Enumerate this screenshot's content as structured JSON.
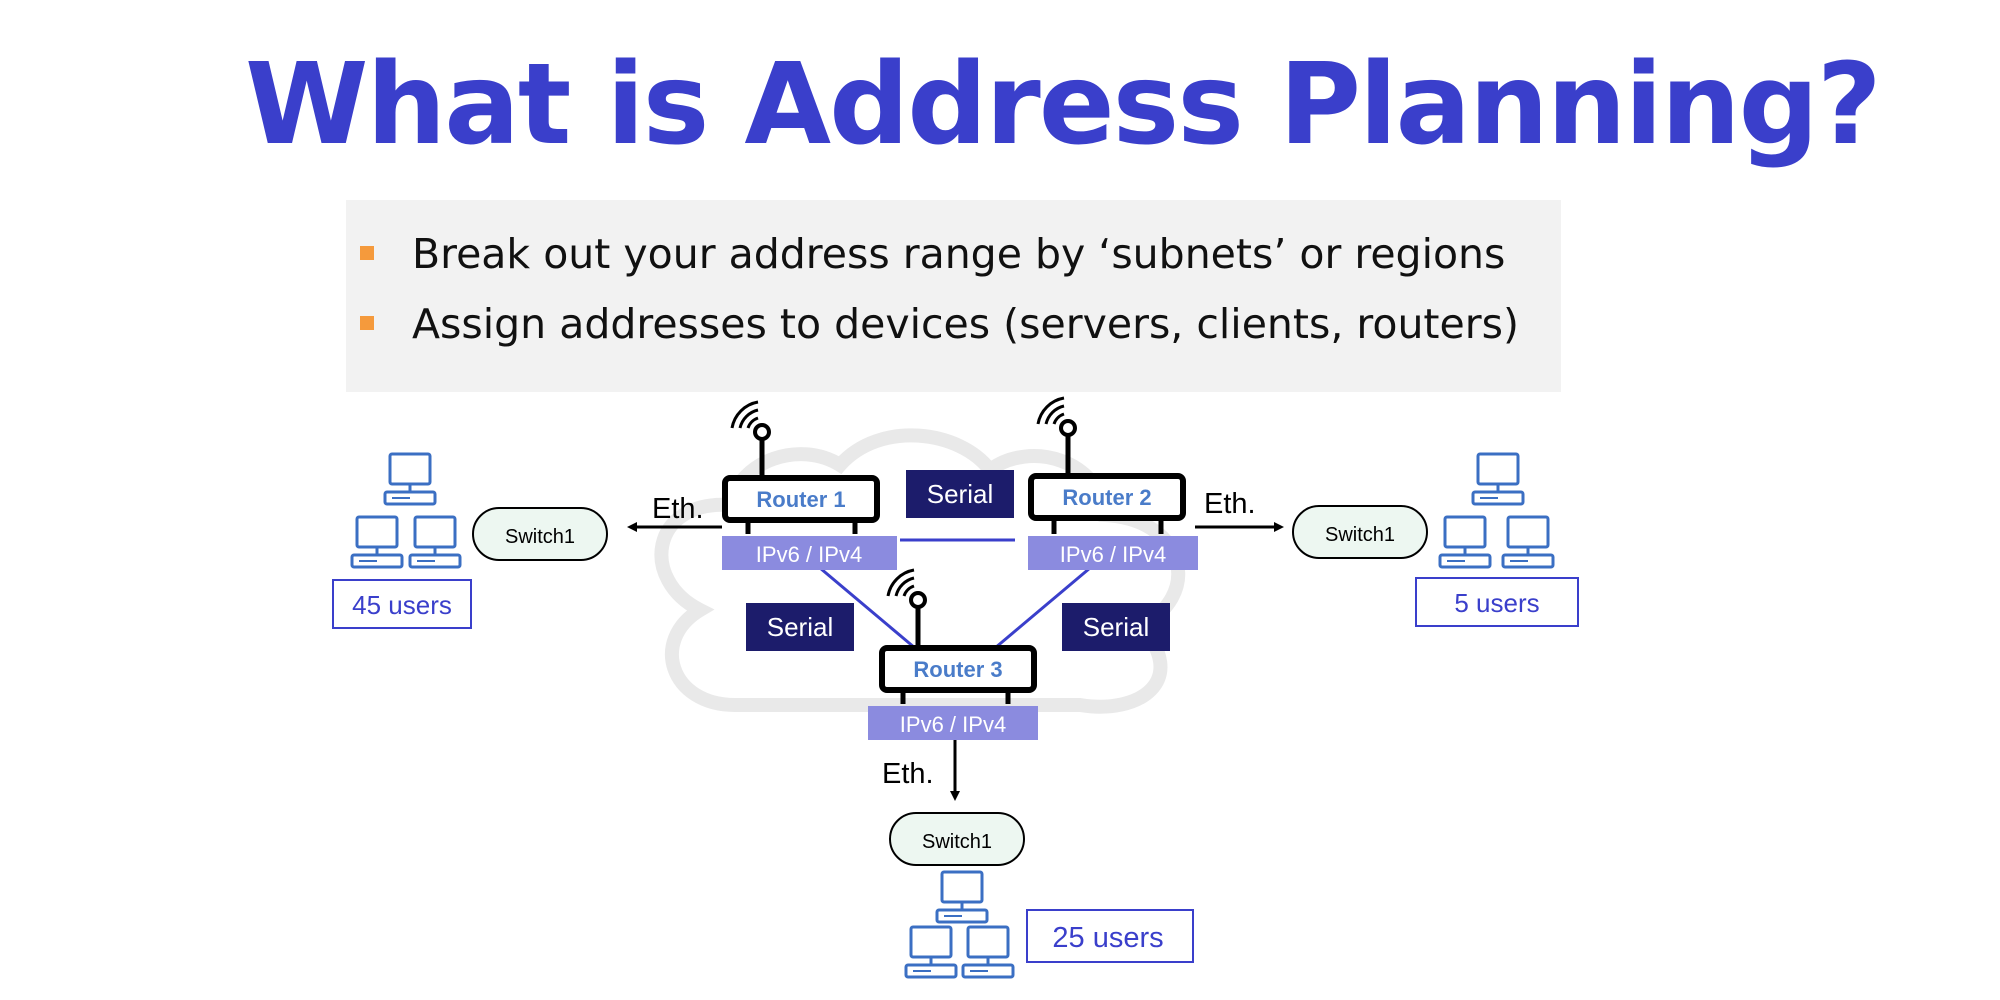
{
  "title": "What is Address Planning?",
  "bullets": [
    "Break out your address range by ‘subnets’ or regions",
    "Assign addresses to devices (servers, clients, routers)"
  ],
  "colors": {
    "title": "#3a3fcb",
    "bullet_marker": "#f59a3c",
    "serial_label_bg": "#1c1c6b",
    "ip_bar": "#8b8bdf",
    "router_label": "#4a7cc9",
    "switch_fill": "#edf7f1",
    "users_box_text": "#3a3fcb",
    "computer_icon": "#3b6fc3",
    "serial_line": "#3a3fcb"
  },
  "routers": [
    {
      "label": "Router 1",
      "ip": "IPv6 / IPv4"
    },
    {
      "label": "Router 2",
      "ip": "IPv6 / IPv4"
    },
    {
      "label": "Router 3",
      "ip": "IPv6 / IPv4"
    }
  ],
  "serial_labels": [
    "Serial",
    "Serial",
    "Serial"
  ],
  "eth_labels": [
    "Eth.",
    "Eth.",
    "Eth."
  ],
  "switches": [
    "Switch1",
    "Switch1",
    "Switch1"
  ],
  "users": [
    "45 users",
    "5 users",
    "25 users"
  ],
  "icons": [
    "wifi-antenna-icon",
    "router-icon",
    "computer-icon",
    "cloud-icon",
    "arrow-icon"
  ]
}
